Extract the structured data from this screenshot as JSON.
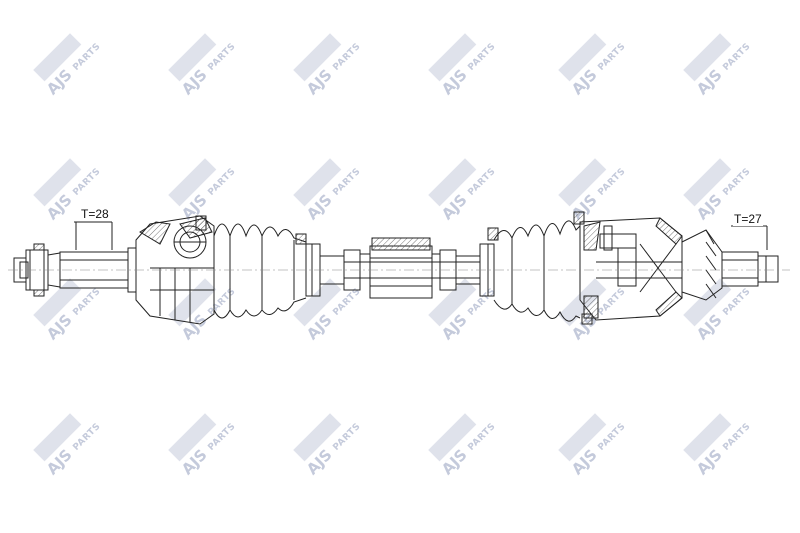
{
  "watermark": {
    "brand": "AJS",
    "sub": "PARTS",
    "color": "#c4cadb"
  },
  "labels": {
    "left_spline": "T=28",
    "right_spline": "T=27"
  },
  "colors": {
    "line": "#222222",
    "hatch": "#555555",
    "background": "#ffffff"
  }
}
